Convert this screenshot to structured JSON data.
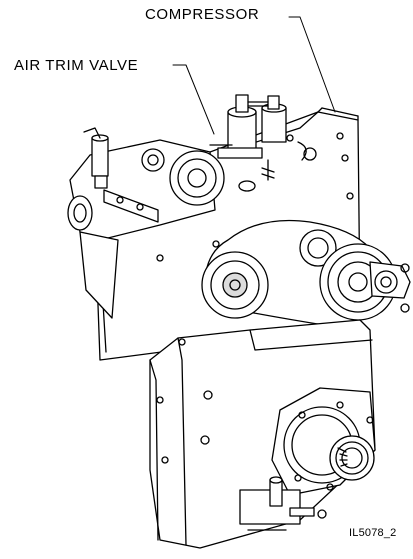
{
  "callouts": {
    "compressor": "COMPRESSOR",
    "air_trim_valve": "AIR TRIM VALVE"
  },
  "figure_id": "IL5078_2",
  "colors": {
    "line": "#000000",
    "fill": "#ffffff",
    "shade": "#dcdcdc"
  }
}
